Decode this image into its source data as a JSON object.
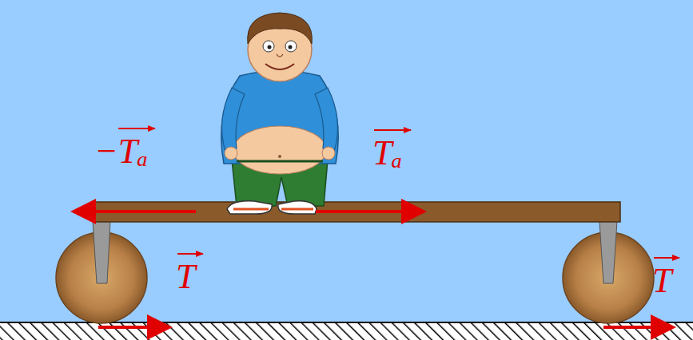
{
  "diagram": {
    "labels": [
      "−Tₐ",
      "Tₐ",
      "T",
      "T"
    ]
  }
}
